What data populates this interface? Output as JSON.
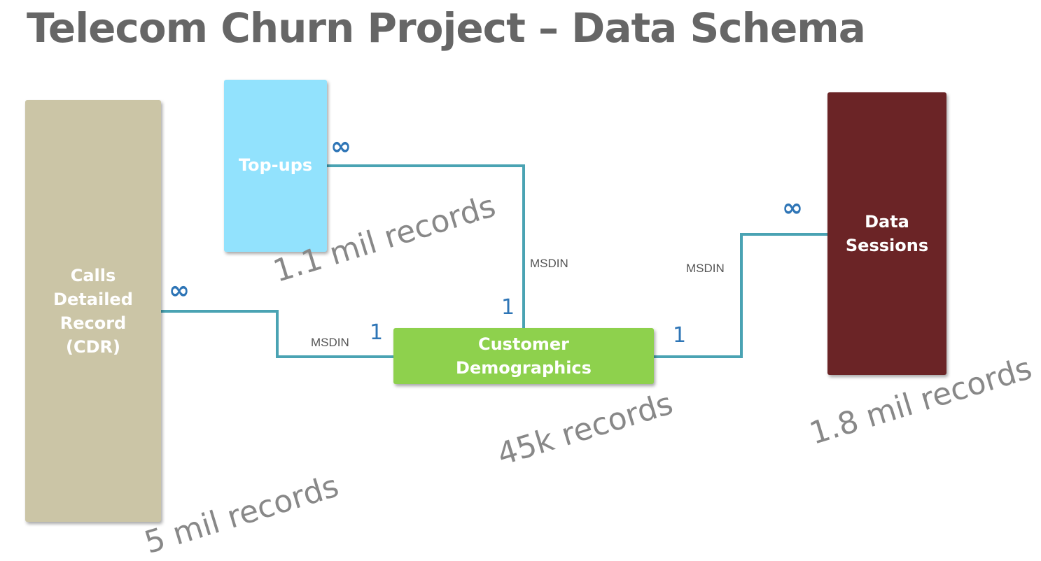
{
  "title": "Telecom Churn Project – Data Schema",
  "entities": {
    "cdr": "Calls\nDetailed\nRecord\n(CDR)",
    "topups": "Top-ups",
    "customer": "Customer\nDemographics",
    "data_sessions": "Data\nSessions"
  },
  "key_label": "MSDIN",
  "cardinality": {
    "one": "1",
    "many": "∞"
  },
  "record_counts": {
    "cdr": "5 mil records",
    "topups": "1.1 mil records",
    "customer": "45k records",
    "data_sessions": "1.8 mil records"
  },
  "colors": {
    "title": "#666666",
    "cdr_box": "#cbc5a6",
    "topups_box": "#92e2fd",
    "customer_box": "#8ed14d",
    "data_sessions_box": "#6b2426",
    "connector": "#4aa3b3",
    "cardinality": "#2e75b6",
    "records_text": "#888888"
  }
}
